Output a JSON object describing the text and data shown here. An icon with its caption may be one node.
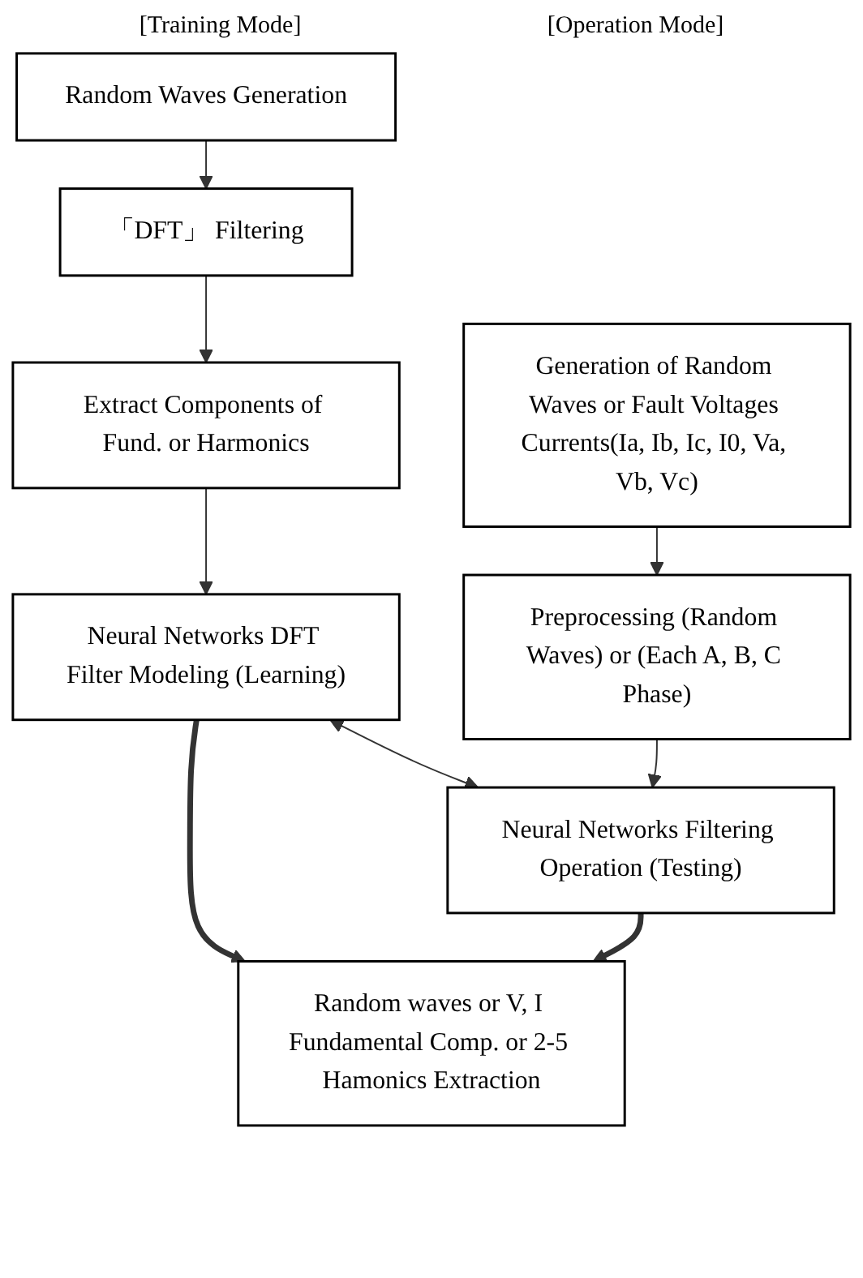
{
  "diagram": {
    "nodes": [
      {
        "text": [
          "Random Waves Generation"
        ]
      },
      {
        "text": [
          "「DFT」 Filtering"
        ]
      },
      {
        "text": [
          "Extract Components of Fund. or Harmonics"
        ]
      },
      {
        "text": [
          "Neural Networks DFT Filter Modeling (Learning)"
        ]
      },
      {
        "text": [
          "Generation of Random Waves or Fault Voltages Currents(Ia, Ib, Ic, I0, Va, Vb, Vc)"
        ]
      },
      {
        "text": [
          "Preprocessing (Random Waves) or (Each A, B, C Phase)"
        ]
      },
      {
        "text": [
          "Neural Networks Filtering Operation (Testing)"
        ]
      },
      {
        "text": [
          "Random waves or V, I Fundamental Comp. or 2-5 Hamonics Extraction"
        ]
      }
    ],
    "edges": [
      {
        "from": 0,
        "to": 1,
        "arrow": "to"
      },
      {
        "from": 1,
        "to": 2,
        "arrow": "to"
      },
      {
        "from": 2,
        "to": 3,
        "arrow": "to"
      },
      {
        "from": 4,
        "to": 5,
        "arrow": "to"
      },
      {
        "from": 5,
        "to": 6,
        "arrow": "to"
      },
      {
        "from": 3,
        "to": 6,
        "arrow": "both"
      },
      {
        "from": 3,
        "to": 7,
        "arrow": "to",
        "style": "thick"
      },
      {
        "from": 6,
        "to": 7,
        "arrow": "to",
        "style": "thick"
      }
    ],
    "labels": [
      "[Training Mode]",
      "[Operation Mode]"
    ]
  }
}
